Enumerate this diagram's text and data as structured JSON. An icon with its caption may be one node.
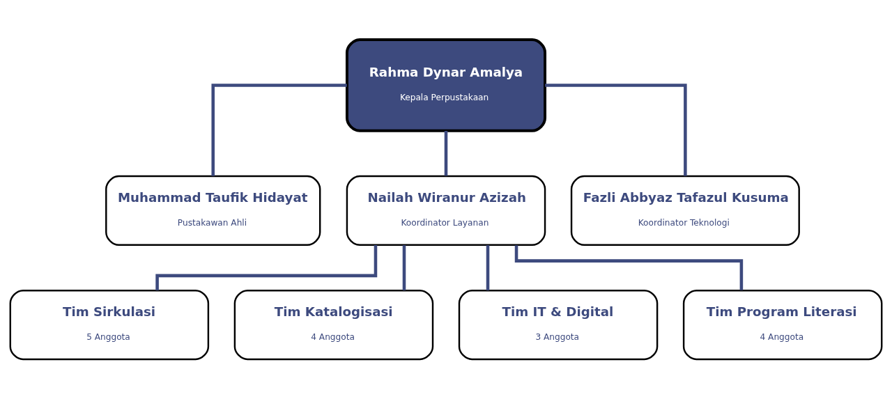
{
  "diagram": {
    "nodes": [
      {
        "text": [
          "Rahma Dynar Amalya",
          "Kepala Perpustakaan"
        ]
      },
      {
        "text": [
          "Muhammad Taufik Hidayat",
          "Pustakawan Ahli"
        ]
      },
      {
        "text": [
          "Nailah Wiranur Azizah",
          "Koordinator Layanan"
        ]
      },
      {
        "text": [
          "Fazli Abbyaz Tafazul Kusuma",
          "Koordinator Teknologi"
        ]
      },
      {
        "text": [
          "Tim Sirkulasi",
          "5 Anggota"
        ]
      },
      {
        "text": [
          "Tim Katalogisasi",
          "4 Anggota"
        ]
      },
      {
        "text": [
          "Tim IT & Digital",
          "3 Anggota"
        ]
      },
      {
        "text": [
          "Tim Program Literasi",
          "4 Anggota"
        ]
      }
    ],
    "edges": [
      {
        "from": 0,
        "to": 1,
        "arrow": "none"
      },
      {
        "from": 0,
        "to": 2,
        "arrow": "none"
      },
      {
        "from": 0,
        "to": 3,
        "arrow": "none"
      },
      {
        "from": 2,
        "to": 4,
        "arrow": "none"
      },
      {
        "from": 2,
        "to": 5,
        "arrow": "none"
      },
      {
        "from": 2,
        "to": 6,
        "arrow": "none"
      },
      {
        "from": 2,
        "to": 7,
        "arrow": "none"
      }
    ]
  }
}
